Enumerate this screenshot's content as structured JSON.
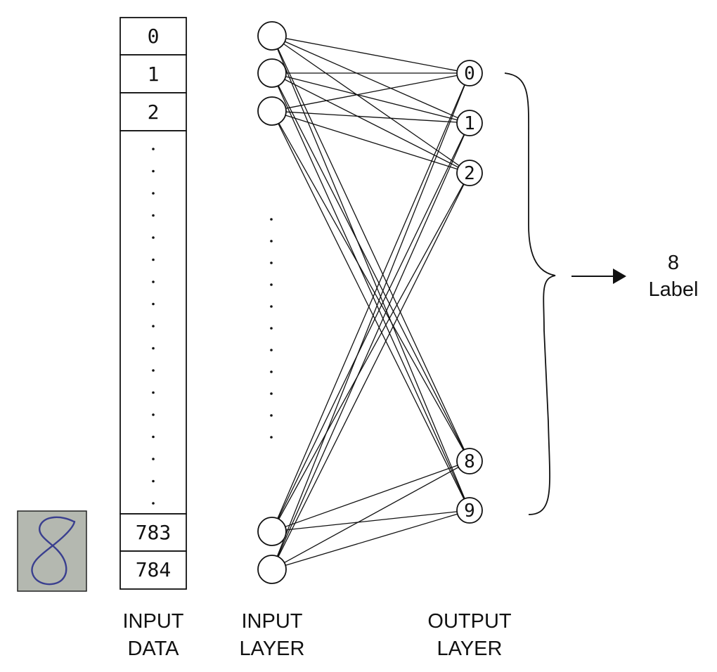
{
  "input_data": {
    "cells_top": [
      "0",
      "1",
      "2"
    ],
    "cells_bottom": [
      "783",
      "784"
    ],
    "caption_line1": "INPUT",
    "caption_line2": "DATA"
  },
  "input_layer": {
    "caption_line1": "INPUT",
    "caption_line2": "LAYER"
  },
  "output_layer": {
    "nodes": [
      "0",
      "1",
      "2",
      "8",
      "9"
    ],
    "caption_line1": "OUTPUT",
    "caption_line2": "LAYER"
  },
  "result": {
    "value": "8",
    "label": "Label"
  },
  "sample_image": {
    "digit": "8",
    "background_color": "#b4b8b0",
    "ink_color": "#3a3f8f"
  }
}
